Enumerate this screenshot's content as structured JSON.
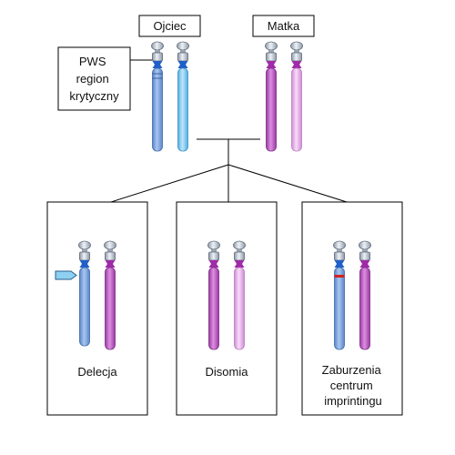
{
  "parents": {
    "father": {
      "label": "Ojciec"
    },
    "mother": {
      "label": "Matka"
    }
  },
  "pws_label": [
    "PWS",
    "region",
    "krytyczny"
  ],
  "outcomes": [
    {
      "key": "deletion",
      "lines": [
        "Delecja"
      ]
    },
    {
      "key": "disomy",
      "lines": [
        "Disomia"
      ]
    },
    {
      "key": "imprinting",
      "lines": [
        "Zaburzenia",
        "centrum",
        "imprintingu"
      ]
    }
  ],
  "colors": {
    "paternal_dark": "#7fa6e0",
    "paternal_light": "#8fd0f5",
    "maternal_dark": "#c25fc8",
    "maternal_light": "#eab6ee",
    "centromere_blue": "#1f5fc8",
    "centromere_purple": "#a02aa8",
    "cap": "#c8d0dc",
    "imprinting_mark": "#d42020",
    "deletion_arrow": "#8ecff2"
  }
}
